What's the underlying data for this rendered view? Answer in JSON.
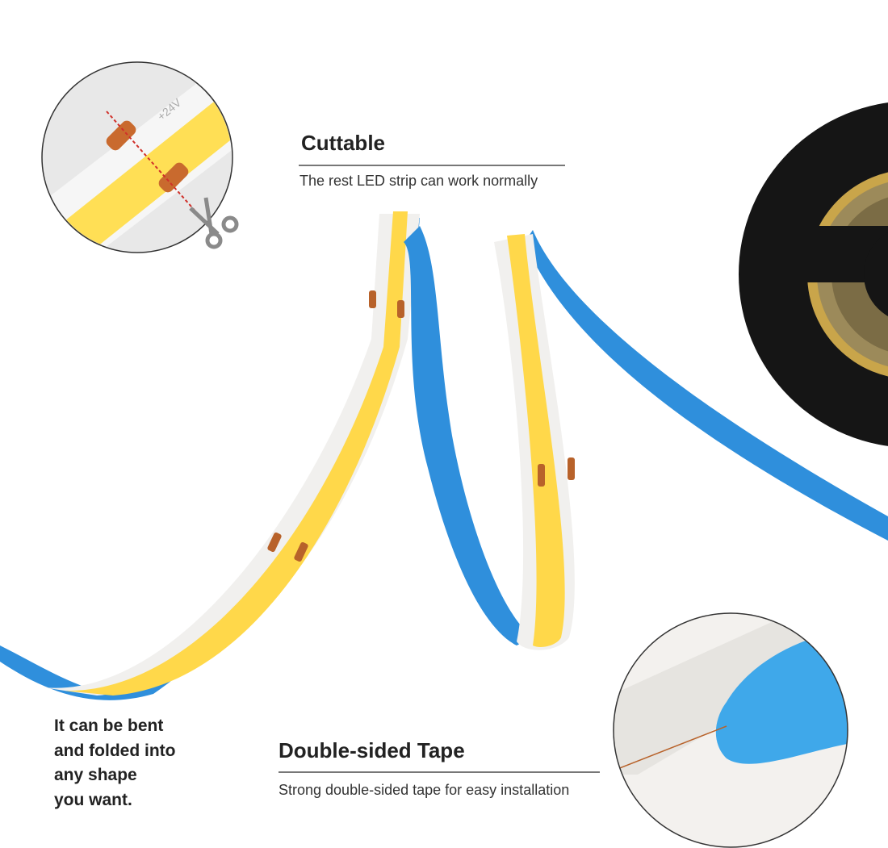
{
  "cuttable": {
    "title": "Cuttable",
    "subtitle": "The rest LED strip can work normally"
  },
  "tape": {
    "title": "Double-sided Tape",
    "subtitle": "Strong double-sided tape for easy installation"
  },
  "bend_note": {
    "lines": [
      "It can be bent",
      "and folded into",
      "any shape",
      "you want."
    ]
  },
  "strip_marking": "+24V",
  "colors": {
    "led_yellow": "#ffd84a",
    "tape_blue": "#2f8fdc",
    "pcb_white": "#f1f0ee",
    "pad_copper": "#b8622a",
    "reel_black": "#151515",
    "cut_line_red": "#d0302a"
  },
  "icons": [
    "scissors-icon"
  ]
}
